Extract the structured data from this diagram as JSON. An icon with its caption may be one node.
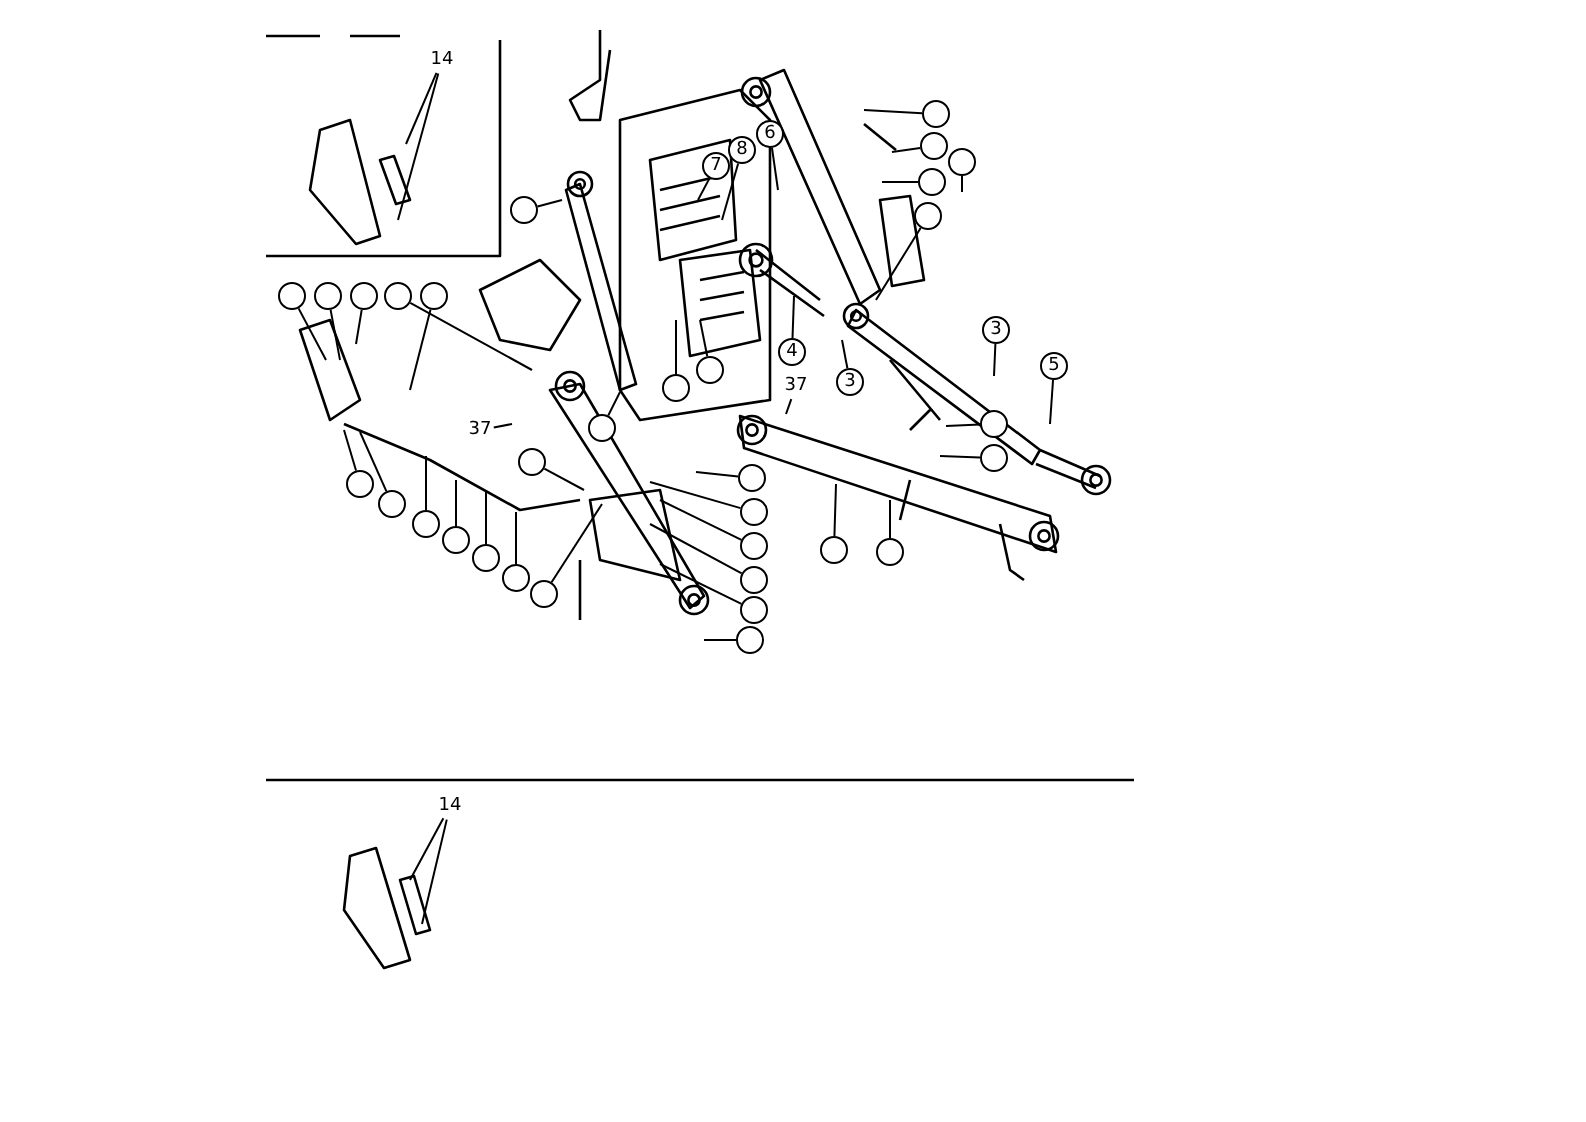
{
  "diagram": {
    "nodes": [
      {
        "text": [
          "14"
        ]
      },
      {
        "text": [
          "14"
        ]
      },
      {
        "text": [
          "37"
        ]
      },
      {
        "text": [
          "37"
        ]
      },
      {
        "text": [
          "7"
        ]
      },
      {
        "text": [
          "8"
        ]
      },
      {
        "text": [
          "6"
        ]
      },
      {
        "text": [
          "4"
        ]
      },
      {
        "text": [
          "3"
        ]
      },
      {
        "text": [
          "3"
        ]
      },
      {
        "text": [
          "5"
        ]
      },
      {
        "text": [],
        "shape": "circle"
      },
      {
        "text": [],
        "shape": "circle"
      },
      {
        "text": [],
        "shape": "circle"
      },
      {
        "text": [],
        "shape": "circle"
      },
      {
        "text": [],
        "shape": "circle"
      },
      {
        "text": [],
        "shape": "circle"
      },
      {
        "text": [],
        "shape": "circle"
      },
      {
        "text": [],
        "shape": "circle"
      },
      {
        "text": [],
        "shape": "circle"
      },
      {
        "text": [],
        "shape": "circle"
      },
      {
        "text": [],
        "shape": "circle"
      },
      {
        "text": [],
        "shape": "circle"
      },
      {
        "text": [],
        "shape": "circle"
      },
      {
        "text": [],
        "shape": "circle"
      },
      {
        "text": [],
        "shape": "circle"
      },
      {
        "text": [],
        "shape": "circle"
      },
      {
        "text": [],
        "shape": "circle"
      },
      {
        "text": [],
        "shape": "circle"
      },
      {
        "text": [],
        "shape": "circle"
      },
      {
        "text": [],
        "shape": "circle"
      },
      {
        "text": [],
        "shape": "circle"
      },
      {
        "text": [],
        "shape": "circle"
      },
      {
        "text": [],
        "shape": "circle"
      },
      {
        "text": [],
        "shape": "circle"
      },
      {
        "text": [],
        "shape": "circle"
      },
      {
        "text": [],
        "shape": "circle"
      },
      {
        "text": [],
        "shape": "circle"
      },
      {
        "text": [],
        "shape": "circle"
      },
      {
        "text": [],
        "shape": "circle"
      },
      {
        "text": [],
        "shape": "circle"
      },
      {
        "text": [],
        "shape": "circle"
      },
      {
        "text": [],
        "shape": "circle"
      }
    ],
    "edges": [
      {
        "from": 0,
        "to": null,
        "arrow": "none"
      },
      {
        "from": 0,
        "to": null,
        "arrow": "none"
      },
      {
        "from": 1,
        "to": null,
        "arrow": "none"
      },
      {
        "from": 1,
        "to": null,
        "arrow": "none"
      },
      {
        "from": 2,
        "to": null,
        "arrow": "none"
      },
      {
        "from": 3,
        "to": null,
        "arrow": "none"
      },
      {
        "from": 4,
        "to": null,
        "arrow": "none"
      },
      {
        "from": 5,
        "to": null,
        "arrow": "none"
      },
      {
        "from": 6,
        "to": null,
        "arrow": "none"
      },
      {
        "from": 7,
        "to": null,
        "arrow": "none"
      },
      {
        "from": 8,
        "to": null,
        "arrow": "none"
      },
      {
        "from": 9,
        "to": null,
        "arrow": "none"
      },
      {
        "from": 10,
        "to": null,
        "arrow": "none"
      },
      {
        "from": 11,
        "to": null,
        "arrow": "none"
      },
      {
        "from": 12,
        "to": null,
        "arrow": "none"
      },
      {
        "from": 13,
        "to": null,
        "arrow": "none"
      },
      {
        "from": 14,
        "to": null,
        "arrow": "none"
      },
      {
        "from": 15,
        "to": null,
        "arrow": "none"
      },
      {
        "from": 16,
        "to": null,
        "arrow": "none"
      },
      {
        "from": 17,
        "to": null,
        "arrow": "none"
      },
      {
        "from": 18,
        "to": null,
        "arrow": "none"
      },
      {
        "from": 19,
        "to": null,
        "arrow": "none"
      },
      {
        "from": 20,
        "to": null,
        "arrow": "none"
      },
      {
        "from": 21,
        "to": null,
        "arrow": "none"
      },
      {
        "from": 22,
        "to": null,
        "arrow": "none"
      },
      {
        "from": 23,
        "to": null,
        "arrow": "none"
      },
      {
        "from": 24,
        "to": null,
        "arrow": "none"
      },
      {
        "from": 25,
        "to": null,
        "arrow": "none"
      },
      {
        "from": 26,
        "to": null,
        "arrow": "none"
      },
      {
        "from": 27,
        "to": null,
        "arrow": "none"
      },
      {
        "from": 28,
        "to": null,
        "arrow": "none"
      },
      {
        "from": 29,
        "to": null,
        "arrow": "none"
      },
      {
        "from": 30,
        "to": null,
        "arrow": "none"
      },
      {
        "from": 31,
        "to": null,
        "arrow": "none"
      },
      {
        "from": 32,
        "to": null,
        "arrow": "none"
      },
      {
        "from": 33,
        "to": null,
        "arrow": "none"
      },
      {
        "from": 34,
        "to": null,
        "arrow": "none"
      },
      {
        "from": 35,
        "to": null,
        "arrow": "none"
      },
      {
        "from": 36,
        "to": null,
        "arrow": "none"
      },
      {
        "from": 37,
        "to": null,
        "arrow": "none"
      },
      {
        "from": 38,
        "to": null,
        "arrow": "none"
      },
      {
        "from": 39,
        "to": null,
        "arrow": "none"
      },
      {
        "from": 40,
        "to": null,
        "arrow": "none"
      },
      {
        "from": 41,
        "to": null,
        "arrow": "none"
      },
      {
        "from": 42,
        "to": null,
        "arrow": "none"
      }
    ]
  }
}
